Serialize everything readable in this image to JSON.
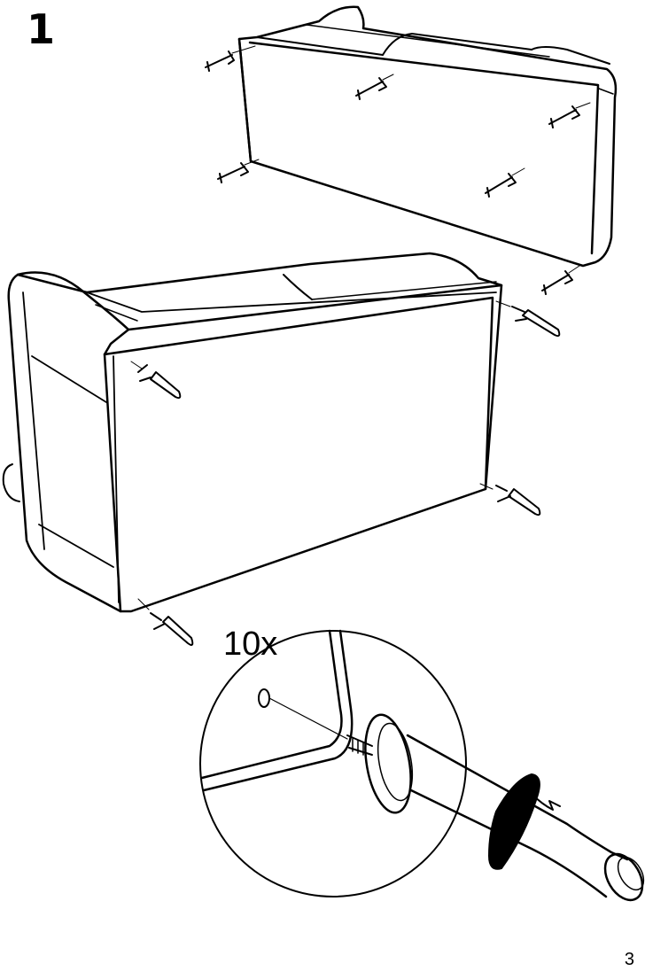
{
  "step": {
    "number": "1"
  },
  "detail": {
    "quantity": "10x"
  },
  "page": {
    "number": "3"
  }
}
